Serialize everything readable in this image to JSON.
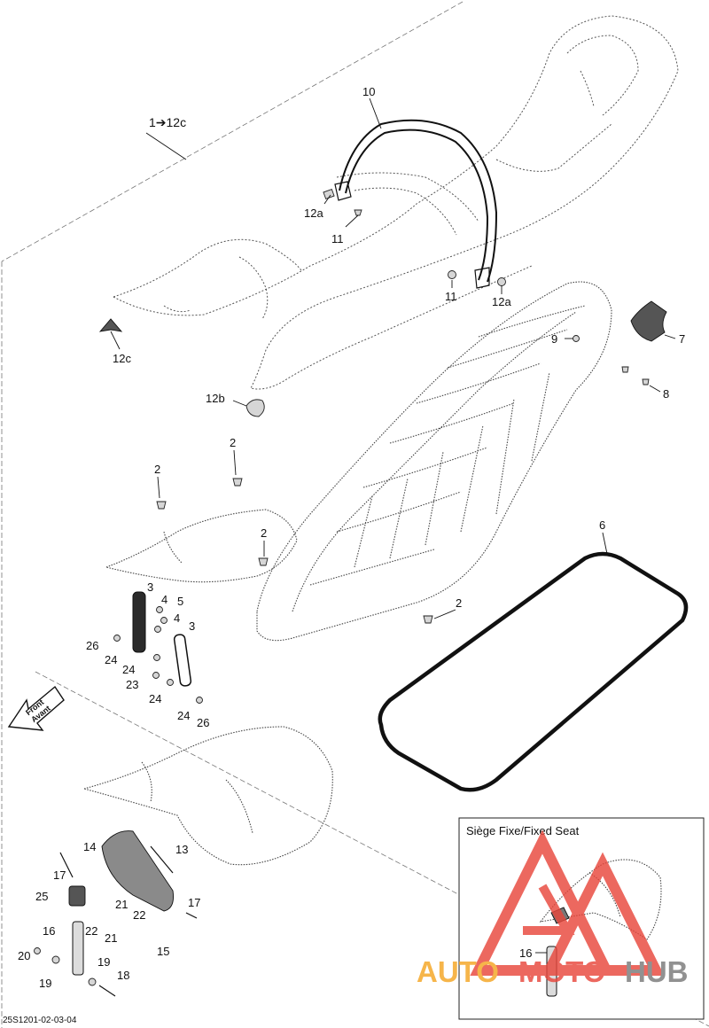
{
  "diagram_code": "25S1201-02-03-04",
  "inset": {
    "title": "Siège Fixe/Fixed Seat",
    "part_label": "16"
  },
  "front_arrow": {
    "line1": "Front",
    "line2": "Avant"
  },
  "watermark": {
    "part1": "AUTO",
    "part2": "MOTO",
    "part3": "HUB",
    "color_red": "#e8473c",
    "color_orange": "#f5a623",
    "color_gray": "#7a7a7a"
  },
  "callouts": {
    "seat": "1➔12c",
    "strap": "10",
    "c12a_top": "12a",
    "c11_top": "11",
    "c11_right": "11",
    "c12a_right": "12a",
    "c12c": "12c",
    "c12b": "12b",
    "c9": "9",
    "c7": "7",
    "c8": "8",
    "c6": "6",
    "c2_a": "2",
    "c2_b": "2",
    "c2_c": "2",
    "c2_d": "2",
    "c3_a": "3",
    "c3_b": "3",
    "c4_a": "4",
    "c4_b": "4",
    "c5": "5",
    "c26_a": "26",
    "c26_b": "26",
    "c24_a": "24",
    "c24_b": "24",
    "c24_c": "24",
    "c24_d": "24",
    "c23": "23",
    "c14": "14",
    "c13": "13",
    "c17_a": "17",
    "c17_b": "17",
    "c25": "25",
    "c22_a": "22",
    "c22_b": "22",
    "c21_a": "21",
    "c21_b": "21",
    "c15": "15",
    "c16": "16",
    "c20": "20",
    "c19_a": "19",
    "c19_b": "19",
    "c18": "18"
  }
}
